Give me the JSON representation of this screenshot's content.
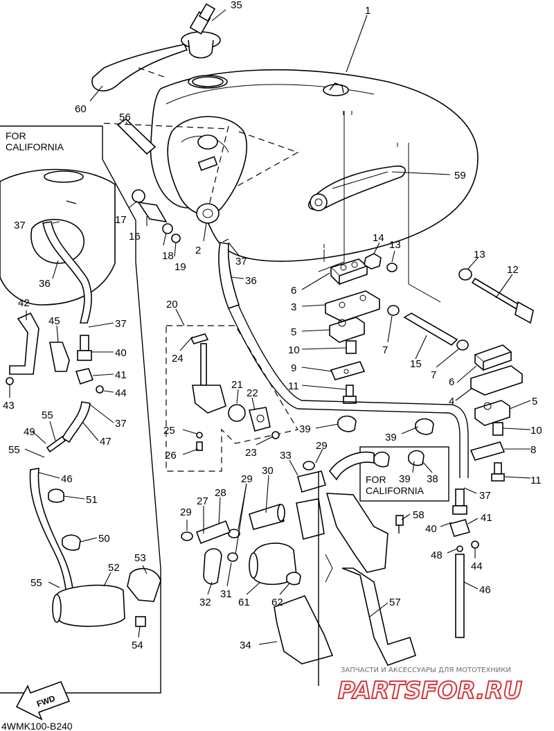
{
  "diagram_code": "4WMK100-B240",
  "fwd_label": "FWD",
  "california_main": "FOR\nCALIFORNIA",
  "california_small": "FOR\nCALIFORNIA",
  "watermark": {
    "caption": "ЗАПЧАСТИ И АКСЕССУАРЫ ДЛЯ МОТОТЕХНИКИ",
    "brand": "PARTSFOR.RU",
    "brand_color": "#d4343a"
  },
  "callouts": [
    {
      "id": "c1",
      "text": "1"
    },
    {
      "id": "c35",
      "text": "35"
    },
    {
      "id": "c60",
      "text": "60"
    },
    {
      "id": "c56",
      "text": "56"
    },
    {
      "id": "c59",
      "text": "59"
    },
    {
      "id": "c17",
      "text": "17"
    },
    {
      "id": "c16",
      "text": "16"
    },
    {
      "id": "c18",
      "text": "18"
    },
    {
      "id": "c19",
      "text": "19"
    },
    {
      "id": "c2",
      "text": "2"
    },
    {
      "id": "c37a",
      "text": "37"
    },
    {
      "id": "c36a",
      "text": "36"
    },
    {
      "id": "c37b",
      "text": "37"
    },
    {
      "id": "c36b",
      "text": "36"
    },
    {
      "id": "c14",
      "text": "14"
    },
    {
      "id": "c13a",
      "text": "13"
    },
    {
      "id": "c13b",
      "text": "13"
    },
    {
      "id": "c12",
      "text": "12"
    },
    {
      "id": "c6a",
      "text": "6"
    },
    {
      "id": "c3",
      "text": "3"
    },
    {
      "id": "c5a",
      "text": "5"
    },
    {
      "id": "c7a",
      "text": "7"
    },
    {
      "id": "c10a",
      "text": "10"
    },
    {
      "id": "c15",
      "text": "15"
    },
    {
      "id": "c7b",
      "text": "7"
    },
    {
      "id": "c9",
      "text": "9"
    },
    {
      "id": "c6b",
      "text": "6"
    },
    {
      "id": "c4",
      "text": "4"
    },
    {
      "id": "c11a",
      "text": "11"
    },
    {
      "id": "c5b",
      "text": "5"
    },
    {
      "id": "c10b",
      "text": "10"
    },
    {
      "id": "c8",
      "text": "8"
    },
    {
      "id": "c11b",
      "text": "11"
    },
    {
      "id": "c42",
      "text": "42"
    },
    {
      "id": "c37c",
      "text": "37"
    },
    {
      "id": "c45",
      "text": "45"
    },
    {
      "id": "c40a",
      "text": "40"
    },
    {
      "id": "c41a",
      "text": "41"
    },
    {
      "id": "c43",
      "text": "43"
    },
    {
      "id": "c44a",
      "text": "44"
    },
    {
      "id": "c37d",
      "text": "37"
    },
    {
      "id": "c55a",
      "text": "55"
    },
    {
      "id": "c49",
      "text": "49"
    },
    {
      "id": "c47",
      "text": "47"
    },
    {
      "id": "c55b",
      "text": "55"
    },
    {
      "id": "c46a",
      "text": "46"
    },
    {
      "id": "c51",
      "text": "51"
    },
    {
      "id": "c50",
      "text": "50"
    },
    {
      "id": "c53",
      "text": "53"
    },
    {
      "id": "c52",
      "text": "52"
    },
    {
      "id": "c55c",
      "text": "55"
    },
    {
      "id": "c54",
      "text": "54"
    },
    {
      "id": "c20",
      "text": "20"
    },
    {
      "id": "c24",
      "text": "24"
    },
    {
      "id": "c21",
      "text": "21"
    },
    {
      "id": "c22",
      "text": "22"
    },
    {
      "id": "c25",
      "text": "25"
    },
    {
      "id": "c26",
      "text": "26"
    },
    {
      "id": "c23",
      "text": "23"
    },
    {
      "id": "c39a",
      "text": "39"
    },
    {
      "id": "c39b",
      "text": "39"
    },
    {
      "id": "c39c",
      "text": "39"
    },
    {
      "id": "c38",
      "text": "38"
    },
    {
      "id": "c37e",
      "text": "37"
    },
    {
      "id": "c33",
      "text": "33"
    },
    {
      "id": "c29a",
      "text": "29"
    },
    {
      "id": "c30",
      "text": "30"
    },
    {
      "id": "c29b",
      "text": "29"
    },
    {
      "id": "c28",
      "text": "28"
    },
    {
      "id": "c27",
      "text": "27"
    },
    {
      "id": "c29c",
      "text": "29"
    },
    {
      "id": "c58",
      "text": "58"
    },
    {
      "id": "c40b",
      "text": "40"
    },
    {
      "id": "c41b",
      "text": "41"
    },
    {
      "id": "c48",
      "text": "48"
    },
    {
      "id": "c44b",
      "text": "44"
    },
    {
      "id": "c46b",
      "text": "46"
    },
    {
      "id": "c32",
      "text": "32"
    },
    {
      "id": "c31",
      "text": "31"
    },
    {
      "id": "c61",
      "text": "61"
    },
    {
      "id": "c62",
      "text": "62"
    },
    {
      "id": "c57",
      "text": "57"
    },
    {
      "id": "c34",
      "text": "34"
    }
  ]
}
